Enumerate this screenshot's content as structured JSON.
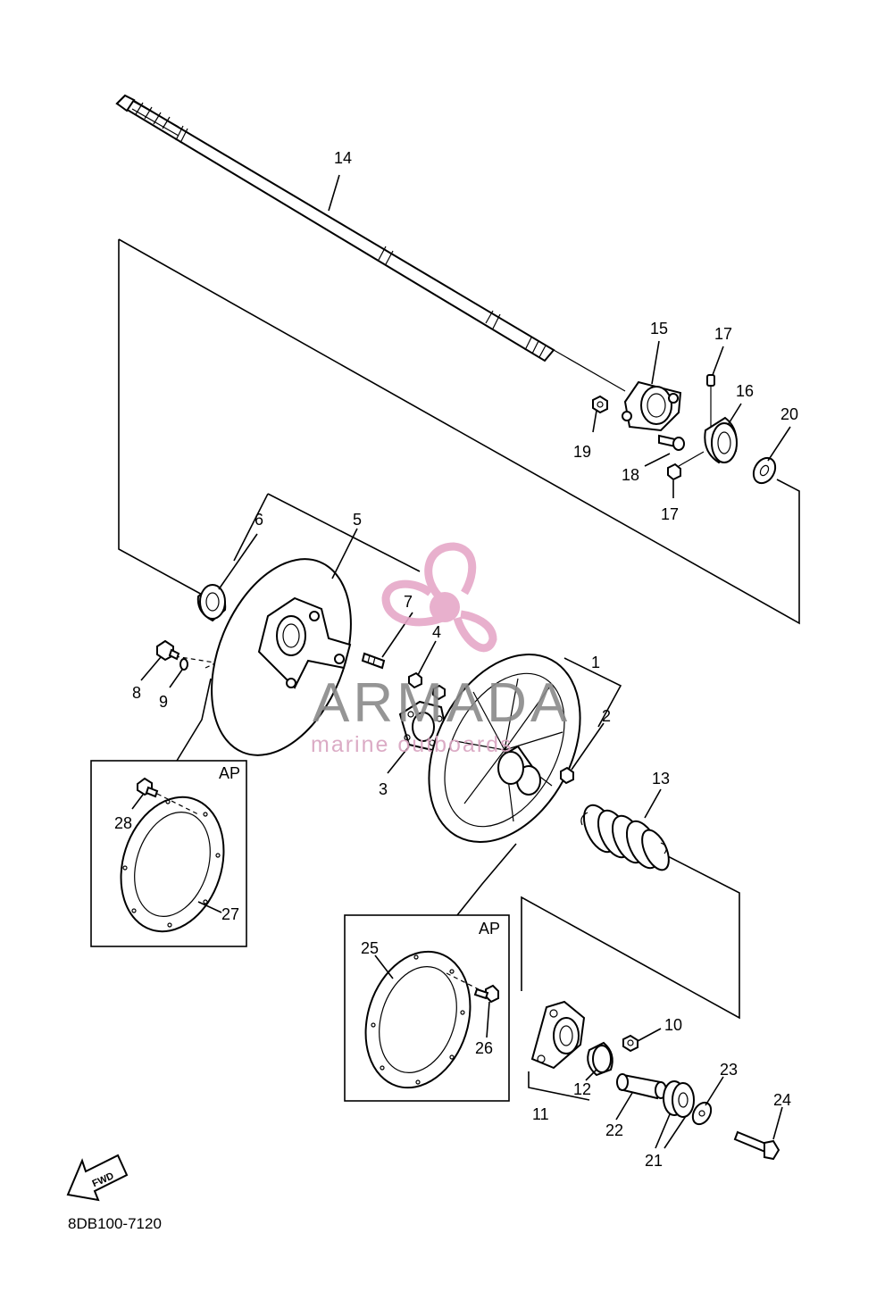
{
  "diagram_code": "8DB100-7120",
  "direction_arrow": "FWD",
  "watermark": {
    "brand": "ARMADA",
    "tagline": "marine outboards",
    "color_brand": "#8a8a8a",
    "color_logo": "#e6a8c8"
  },
  "ap_label": "AP",
  "parts": {
    "p1": "1",
    "p2": "2",
    "p3": "3",
    "p4": "4",
    "p5": "5",
    "p6": "6",
    "p7": "7",
    "p8": "8",
    "p9": "9",
    "p10": "10",
    "p11": "11",
    "p12": "12",
    "p13": "13",
    "p14": "14",
    "p15": "15",
    "p16": "16",
    "p17a": "17",
    "p17b": "17",
    "p18": "18",
    "p19": "19",
    "p20": "20",
    "p21": "21",
    "p22": "22",
    "p23": "23",
    "p24": "24",
    "p25": "25",
    "p26": "26",
    "p27": "27",
    "p28": "28"
  }
}
